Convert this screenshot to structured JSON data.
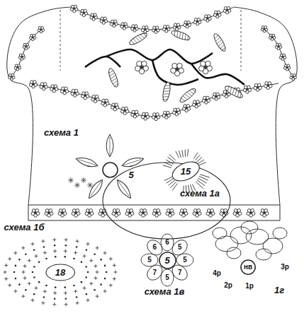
{
  "diagram": {
    "nodes": [
      {
        "text": [
          "схема 1"
        ]
      },
      {
        "text": [
          "5"
        ],
        "in": 0
      },
      {
        "text": [
          "15"
        ]
      },
      {
        "text": [
          "18"
        ]
      },
      {
        "text": [
          "5"
        ]
      },
      {
        "text": [
          "нв"
        ]
      }
    ],
    "labels": [
      "схема 1а",
      "схема 1б",
      "5",
      "6",
      "6",
      "5",
      "5",
      "7",
      "5",
      "7",
      "схема 1в",
      "4р",
      "3р",
      "2р",
      "1р",
      "1г"
    ]
  }
}
